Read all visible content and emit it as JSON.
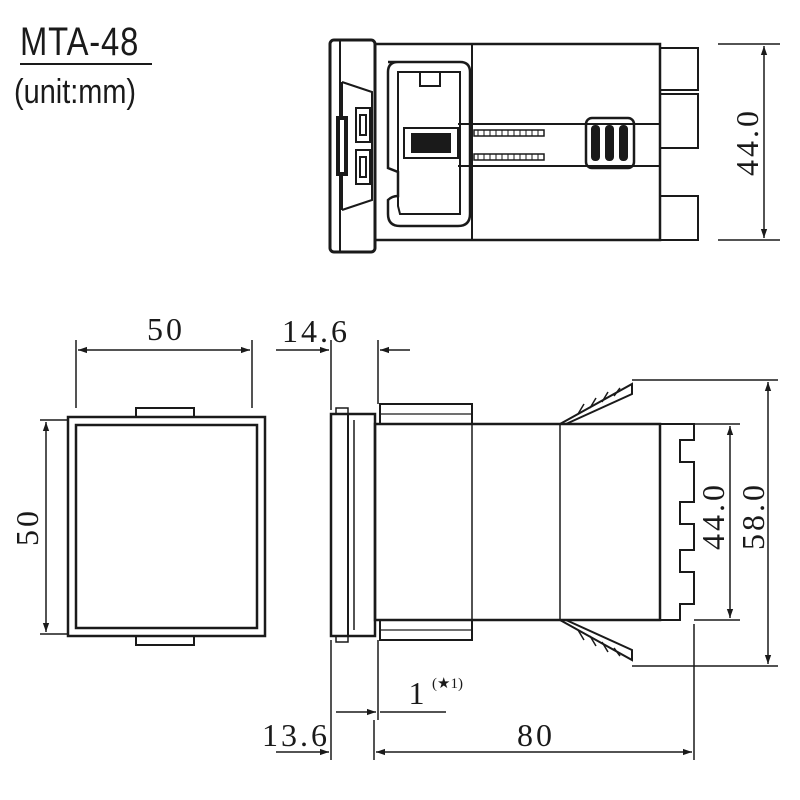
{
  "title": "MTA-48",
  "unit": "(unit:mm)",
  "dimensions": {
    "top_height": "44.0",
    "front_width": "50",
    "front_height": "50",
    "bezel_depth": "14.6",
    "side_inner_height": "44.0",
    "side_outer_height": "58.0",
    "gap": "1",
    "gap_note": "(★1)",
    "panel_thickness": "13.6",
    "body_length": "80"
  }
}
